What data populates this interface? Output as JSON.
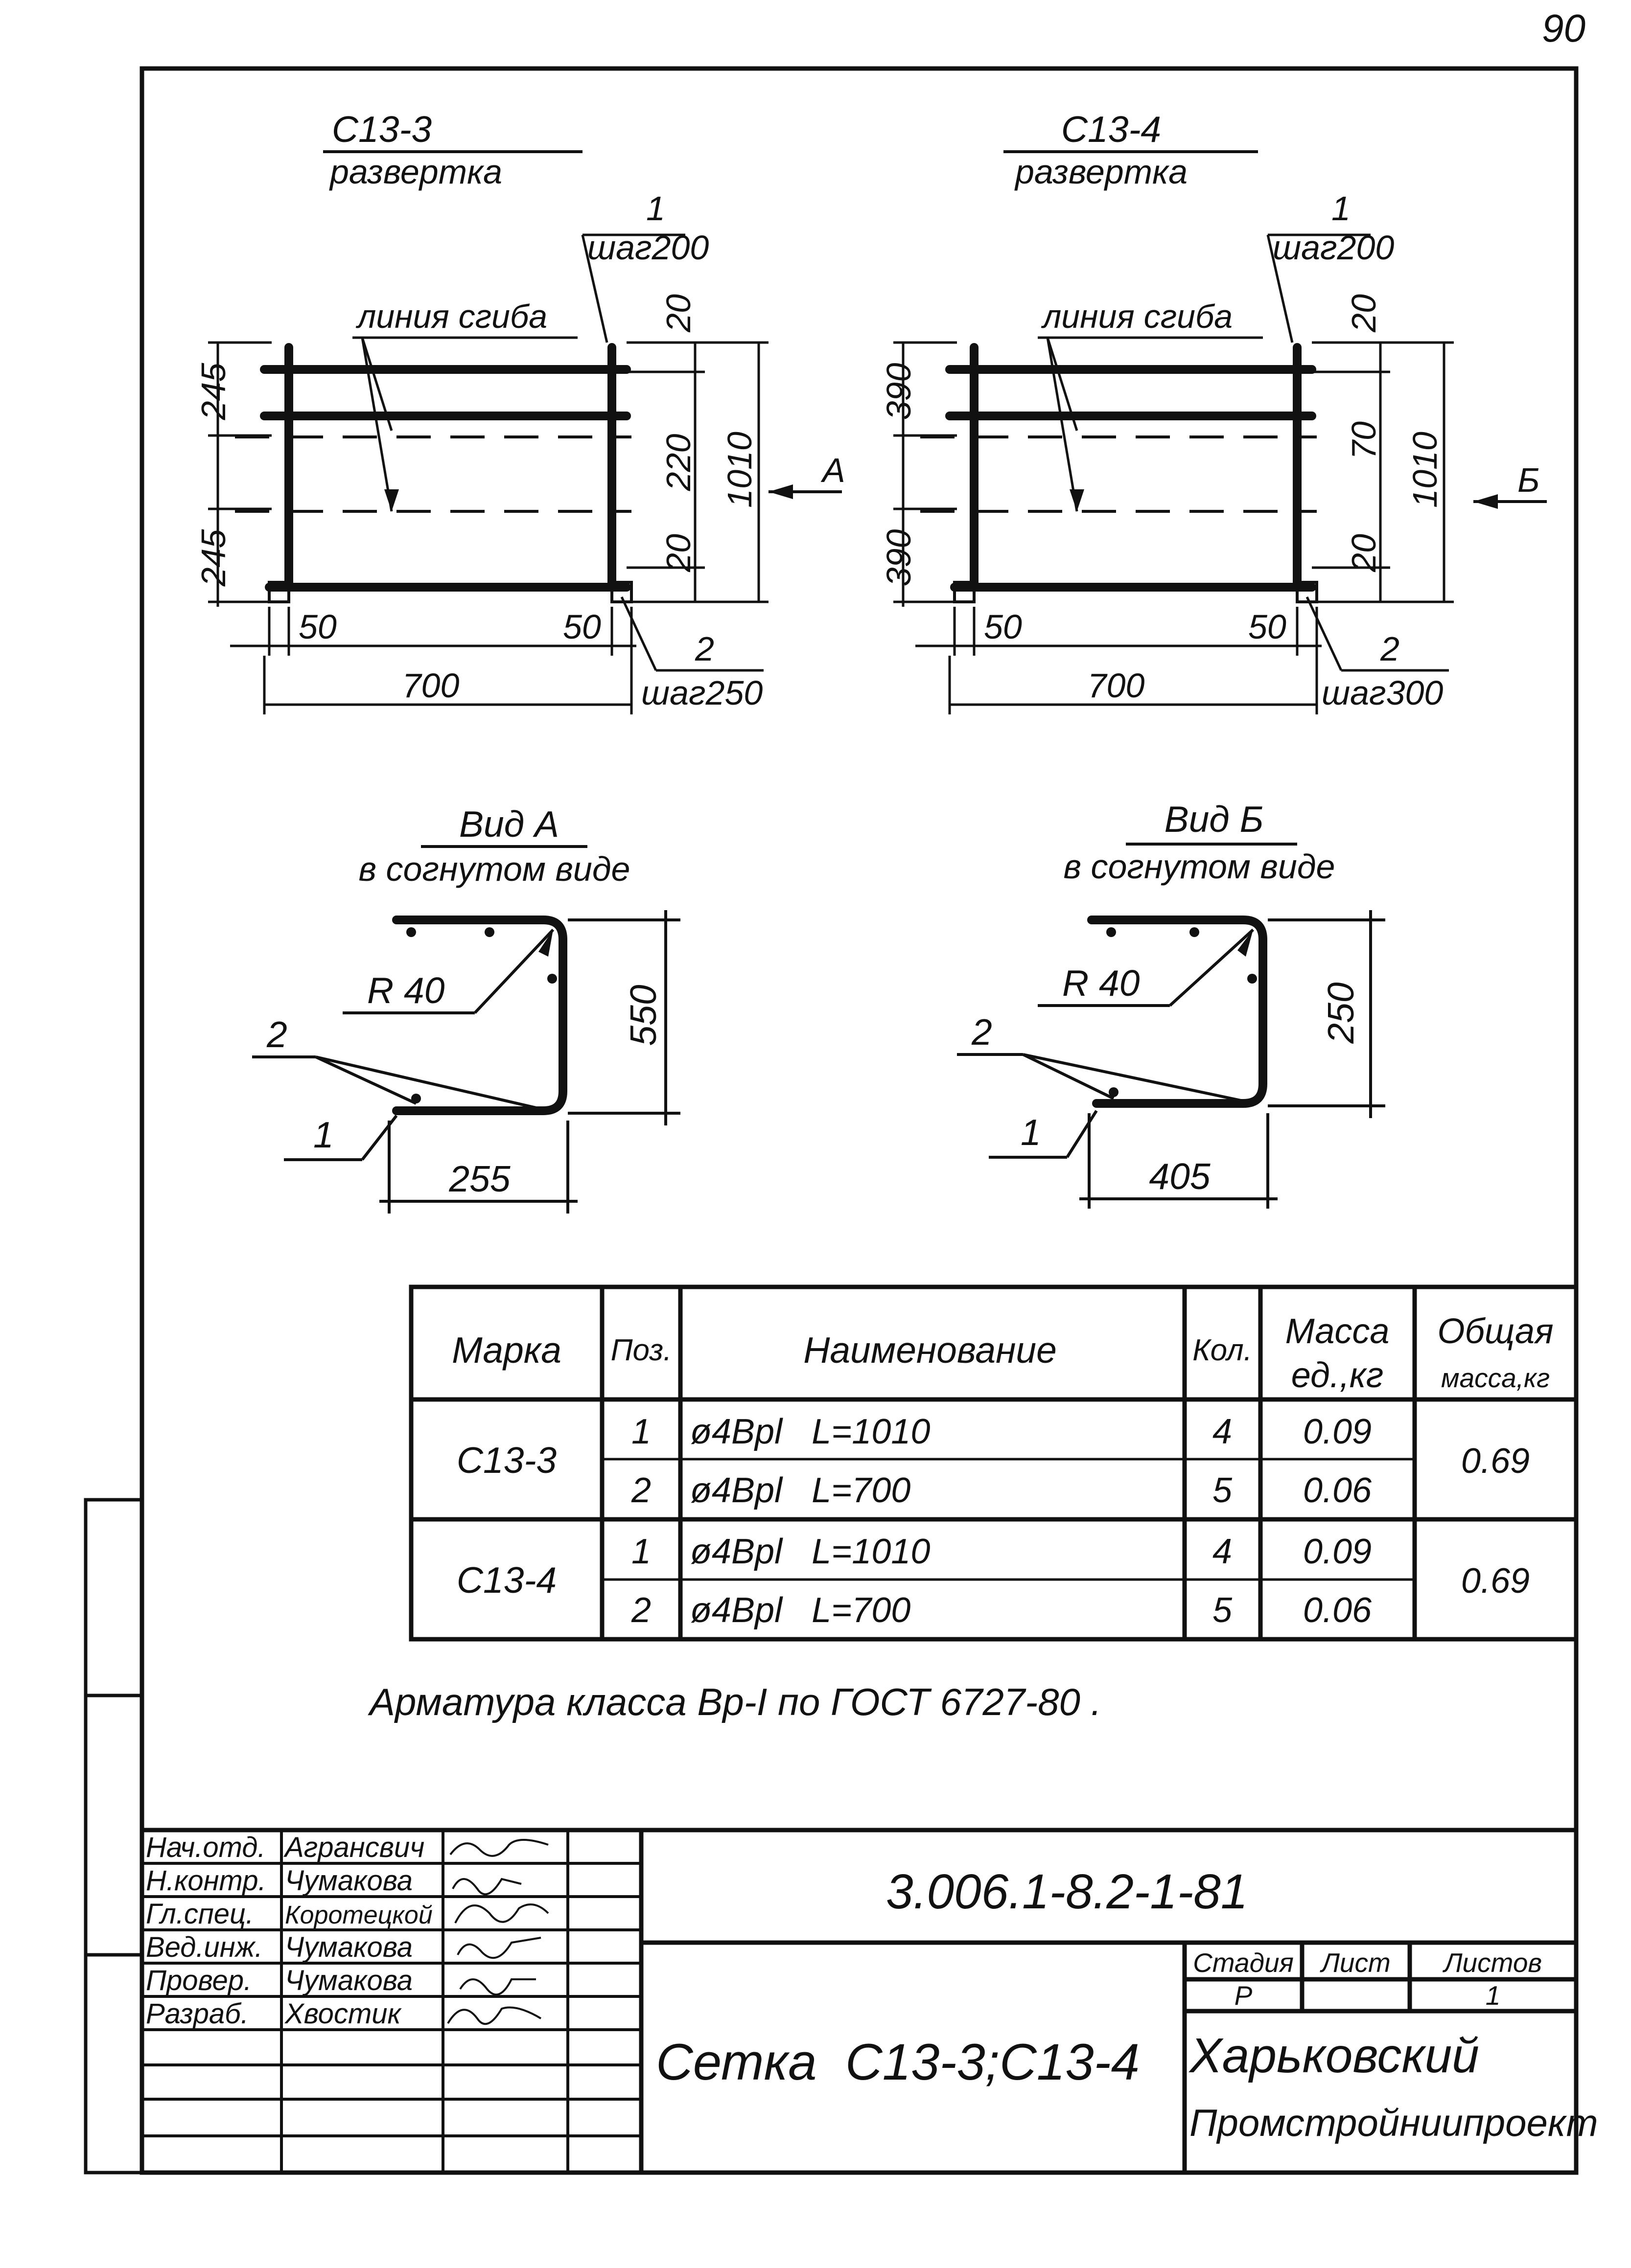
{
  "page_number": "90",
  "left_drawing": {
    "title": "С13-3",
    "subtitle": "развертка",
    "pos1_label": "1",
    "pos1_step": "шаг200",
    "bend_line": "линия сгиба",
    "dim_245_top": "245",
    "dim_245_bottom": "245",
    "dim_20_top": "20",
    "dim_220": "220",
    "dim_20_bottom": "20",
    "dim_1010": "1010",
    "view_arrow": "А",
    "dim_50_left": "50",
    "dim_50_right": "50",
    "dim_700": "700",
    "pos2_label": "2",
    "pos2_step": "шаг250"
  },
  "right_drawing": {
    "title": "С13-4",
    "subtitle": "развертка",
    "pos1_label": "1",
    "pos1_step": "шаг200",
    "bend_line": "линия сгиба",
    "dim_390_top": "390",
    "dim_390_bottom": "390",
    "dim_20_top": "20",
    "dim_70": "70",
    "dim_20_bottom": "20",
    "dim_1010": "1010",
    "view_arrow": "Б",
    "dim_50_left": "50",
    "dim_50_right": "50",
    "dim_700": "700",
    "pos2_label": "2",
    "pos2_step": "шаг300"
  },
  "view_a": {
    "title": "Вид А",
    "subtitle": "в согнутом виде",
    "radius": "R 40",
    "height": "550",
    "width": "255",
    "pos2": "2",
    "pos1": "1"
  },
  "view_b": {
    "title": "Вид Б",
    "subtitle": "в согнутом виде",
    "radius": "R 40",
    "height": "250",
    "width": "405",
    "pos2": "2",
    "pos1": "1"
  },
  "spec_table": {
    "headers": {
      "mark": "Марка",
      "pos": "Поз.",
      "name": "Наименование",
      "qty": "Кол.",
      "mass_unit_1": "Масса",
      "mass_unit_2": "ед.,кг",
      "mass_total_1": "Общая",
      "mass_total_2": "масса,кг"
    },
    "rows": [
      {
        "mark": "С13-3",
        "pos": "1",
        "name": "ø4Bpl   L=1010",
        "qty": "4",
        "mass": "0.09",
        "total": "0.69"
      },
      {
        "mark": "",
        "pos": "2",
        "name": "ø4Bpl   L=700",
        "qty": "5",
        "mass": "0.06",
        "total": ""
      },
      {
        "mark": "С13-4",
        "pos": "1",
        "name": "ø4Bpl   L=1010",
        "qty": "4",
        "mass": "0.09",
        "total": "0.69"
      },
      {
        "mark": "",
        "pos": "2",
        "name": "ø4Bpl   L=700",
        "qty": "5",
        "mass": "0.06",
        "total": ""
      }
    ]
  },
  "note": "Арматура класса Bp-I по ГОСТ 6727-80 .",
  "title_block": {
    "code": "3.006.1-8.2-1-81",
    "drawing_title": "Сетка  С13-3;С13-4",
    "stage_label": "Стадия",
    "sheet_label": "Лист",
    "sheets_label": "Листов",
    "stage_value": "Р",
    "sheet_value": "",
    "sheets_value": "1",
    "org_line1": "Харьковский",
    "org_line2": "Промстройниипроект",
    "signatures": [
      {
        "role": "Нач.отд.",
        "name": "Агрансвич"
      },
      {
        "role": "Н.контр.",
        "name": "Чумакова"
      },
      {
        "role": "Гл.спец.",
        "name": "Коротецкой"
      },
      {
        "role": "Вед.инж.",
        "name": "Чумакова"
      },
      {
        "role": "Провер.",
        "name": "Чумакова"
      },
      {
        "role": "Разраб.",
        "name": "Хвостик"
      }
    ]
  }
}
